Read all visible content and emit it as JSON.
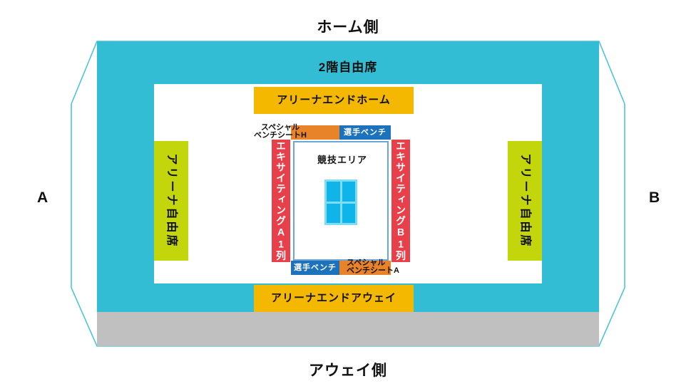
{
  "venue": {
    "caption_home": "ホーム側",
    "caption_away": "アウェイ側",
    "end_letter_a": "A",
    "end_letter_b": "B"
  },
  "ring": {
    "label": "2階自由席",
    "color": "#33bdd4"
  },
  "apron": {
    "color": "#c0c0c0"
  },
  "arena_free": {
    "left_label": "アリーナ自由席",
    "right_label": "アリーナ自由席",
    "color": "#c2d60b"
  },
  "arena_end": {
    "home_label": "アリーナエンドホーム",
    "away_label": "アリーナエンドアウェイ",
    "color": "#f5b800"
  },
  "competition": {
    "label": "競技エリア",
    "court_color": "#0fb4e8",
    "court_border_color": "#7fdcf5",
    "box_border_color": "#6aa7d8"
  },
  "exciting": {
    "a_label": "エキサイティングA1列",
    "b_label": "エキサイティングB1列",
    "color": "#e8404a"
  },
  "bench": {
    "player_home_label": "選手ベンチ",
    "player_away_label": "選手ベンチ",
    "special_home_line1": "スペシャル",
    "special_home_line2": "ベンチシートH",
    "special_away_line1": "スペシャル",
    "special_away_line2": "ベンチシートA",
    "player_color": "#1d72bc",
    "special_color": "#e8832a"
  },
  "outline": {
    "color": "#33bdd4"
  }
}
